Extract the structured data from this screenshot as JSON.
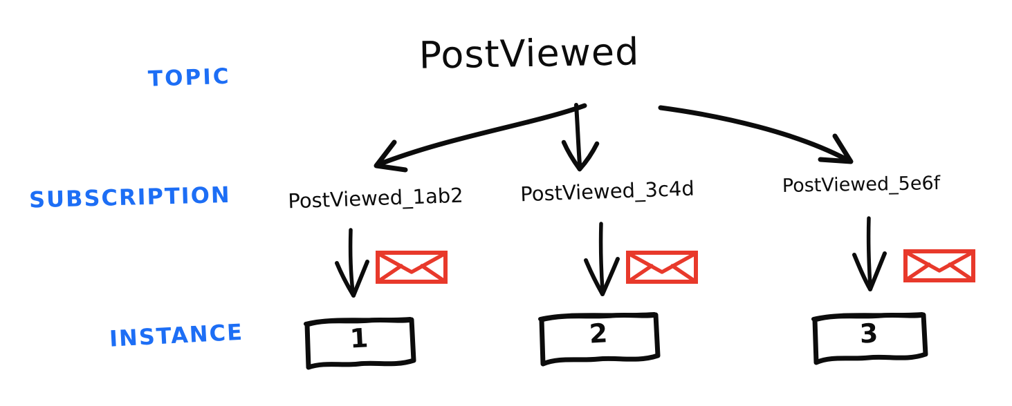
{
  "diagram": {
    "title": "PostViewed",
    "row_labels": {
      "topic": "TOPIC",
      "subscription": "SUBSCRIPTION",
      "instance": "INSTANCE"
    },
    "subscriptions": [
      "PostViewed_1ab2",
      "PostViewed_3c4d",
      "PostViewed_5e6f"
    ],
    "instances": [
      "1",
      "2",
      "3"
    ],
    "icons": {
      "message": "envelope-icon"
    },
    "colors": {
      "label_blue": "#1d6ef5",
      "ink_black": "#0c0c0c",
      "envelope_red": "#e8392b"
    }
  }
}
